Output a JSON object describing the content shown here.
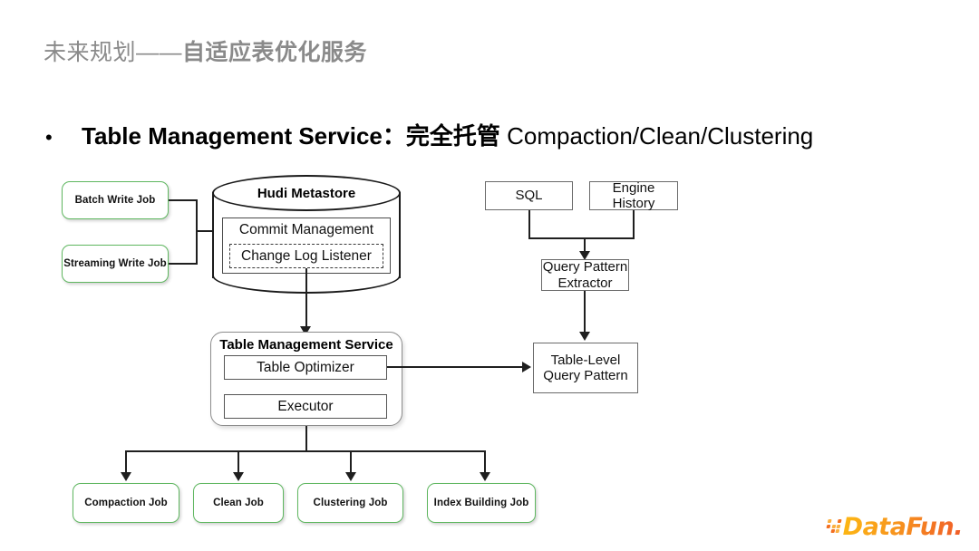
{
  "slide": {
    "title_prefix": "未来规划——",
    "title_strong": "自适应表优化服务",
    "bullet_marker": "•",
    "bullet_strong": "Table Management Service：完全托管",
    "bullet_normal": " Compaction/Clean/Clustering"
  },
  "diagram": {
    "writers": [
      {
        "label": "Batch Write Job"
      },
      {
        "label": "Streaming Write Job"
      }
    ],
    "metastore": {
      "title": "Hudi Metastore",
      "commit_management": "Commit Management",
      "change_log_listener": "Change Log Listener"
    },
    "tms": {
      "title": "Table Management Service",
      "optimizer": "Table Optimizer",
      "executor": "Executor"
    },
    "sources": [
      {
        "label": "SQL"
      },
      {
        "label": "Engine History"
      }
    ],
    "extractor": "Query Pattern\nExtractor",
    "extractor_line1": "Query Pattern",
    "extractor_line2": "Extractor",
    "pattern_line1": "Table-Level",
    "pattern_line2": "Query Pattern",
    "jobs": [
      {
        "label": "Compaction Job"
      },
      {
        "label": "Clean Job"
      },
      {
        "label": "Clustering Job"
      },
      {
        "label": "Index Building Job"
      }
    ]
  },
  "branding": {
    "logo_text": "DataFun."
  },
  "colors": {
    "title_gray": "#8a8a8a",
    "job_green": "#5fb760",
    "line_black": "#1f1f1f",
    "box_gray": "#6a6a6a",
    "logo_orange": "#f7941e",
    "logo_red_orange": "#f05a28",
    "logo_yellow": "#fdb813"
  }
}
